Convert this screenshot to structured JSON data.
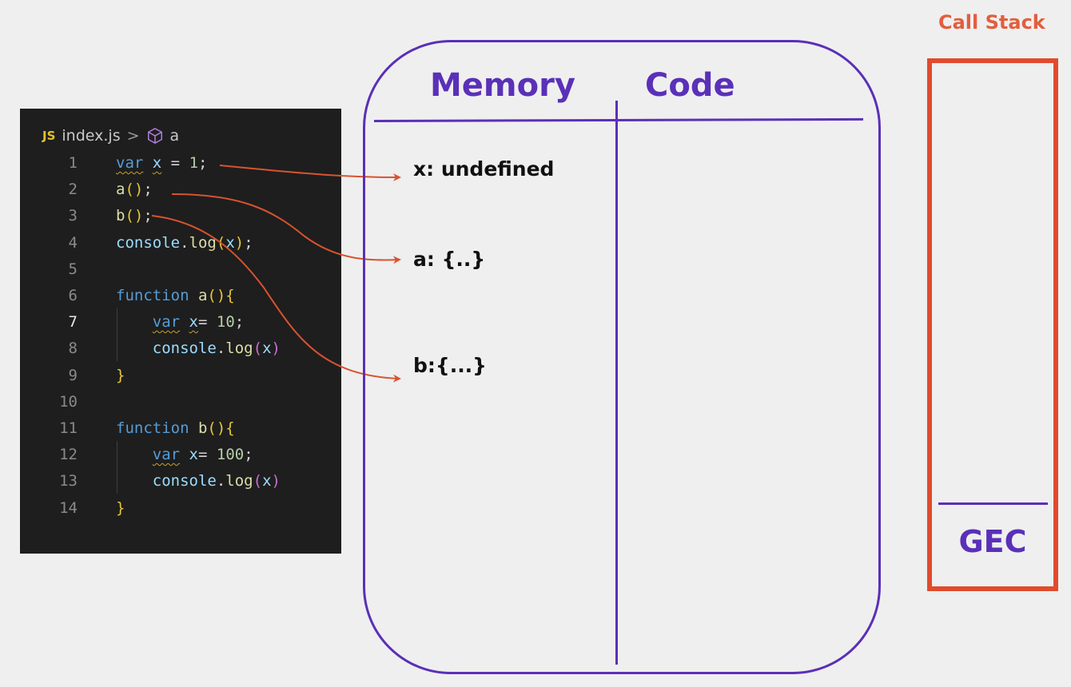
{
  "editor": {
    "breadcrumb": {
      "lang_badge": "JS",
      "file": "index.js",
      "separator": ">",
      "symbol": "a"
    },
    "active_line": 7,
    "lines": [
      {
        "num": "1",
        "tokens": [
          [
            "kw squig",
            "var"
          ],
          [
            "",
            " "
          ],
          [
            "vr squig",
            "x"
          ],
          [
            "",
            " = "
          ],
          [
            "nm",
            "1"
          ],
          [
            "",
            ";"
          ]
        ]
      },
      {
        "num": "2",
        "tokens": [
          [
            "fn",
            "a"
          ],
          [
            "pr",
            "()"
          ],
          [
            "",
            ";"
          ]
        ]
      },
      {
        "num": "3",
        "tokens": [
          [
            "fn",
            "b"
          ],
          [
            "pr",
            "()"
          ],
          [
            "",
            ";"
          ]
        ]
      },
      {
        "num": "4",
        "tokens": [
          [
            "vr",
            "console"
          ],
          [
            "",
            "."
          ],
          [
            "fn",
            "log"
          ],
          [
            "pr",
            "("
          ],
          [
            "vr",
            "x"
          ],
          [
            "pr",
            ")"
          ],
          [
            "",
            ";"
          ]
        ]
      },
      {
        "num": "5",
        "tokens": []
      },
      {
        "num": "6",
        "tokens": [
          [
            "kw",
            "function"
          ],
          [
            "",
            " "
          ],
          [
            "fn",
            "a"
          ],
          [
            "pr",
            "(){"
          ]
        ]
      },
      {
        "num": "7",
        "tokens": [
          [
            "",
            "    "
          ],
          [
            "kw squig",
            "var"
          ],
          [
            "",
            " "
          ],
          [
            "vr squig",
            "x"
          ],
          [
            "",
            "= "
          ],
          [
            "nm",
            "10"
          ],
          [
            "",
            ";"
          ]
        ]
      },
      {
        "num": "8",
        "tokens": [
          [
            "",
            "    "
          ],
          [
            "vr",
            "console"
          ],
          [
            "",
            "."
          ],
          [
            "fn",
            "log"
          ],
          [
            "pr2",
            "("
          ],
          [
            "vr",
            "x"
          ],
          [
            "pr2",
            ")"
          ]
        ]
      },
      {
        "num": "9",
        "tokens": [
          [
            "pr",
            "}"
          ]
        ]
      },
      {
        "num": "10",
        "tokens": []
      },
      {
        "num": "11",
        "tokens": [
          [
            "kw",
            "function"
          ],
          [
            "",
            " "
          ],
          [
            "fn",
            "b"
          ],
          [
            "pr",
            "(){"
          ]
        ]
      },
      {
        "num": "12",
        "tokens": [
          [
            "",
            "    "
          ],
          [
            "kw squig",
            "var"
          ],
          [
            "",
            " "
          ],
          [
            "vr",
            "x"
          ],
          [
            "",
            "= "
          ],
          [
            "nm",
            "100"
          ],
          [
            "",
            ";"
          ]
        ]
      },
      {
        "num": "13",
        "tokens": [
          [
            "",
            "    "
          ],
          [
            "vr",
            "console"
          ],
          [
            "",
            "."
          ],
          [
            "fn",
            "log"
          ],
          [
            "pr2",
            "("
          ],
          [
            "vr",
            "x"
          ],
          [
            "pr2",
            ")"
          ]
        ]
      },
      {
        "num": "14",
        "tokens": [
          [
            "pr",
            "}"
          ]
        ]
      }
    ]
  },
  "execution_context": {
    "memory_header": "Memory",
    "code_header": "Code",
    "memory_entries": [
      "x: undefined",
      "a: {..}",
      "b:{...}"
    ]
  },
  "call_stack": {
    "title": "Call Stack",
    "items": [
      "GEC"
    ]
  },
  "colors": {
    "purple": "#5b2fb7",
    "arrow": "#d9532f",
    "stack_border": "#e04b2d"
  }
}
